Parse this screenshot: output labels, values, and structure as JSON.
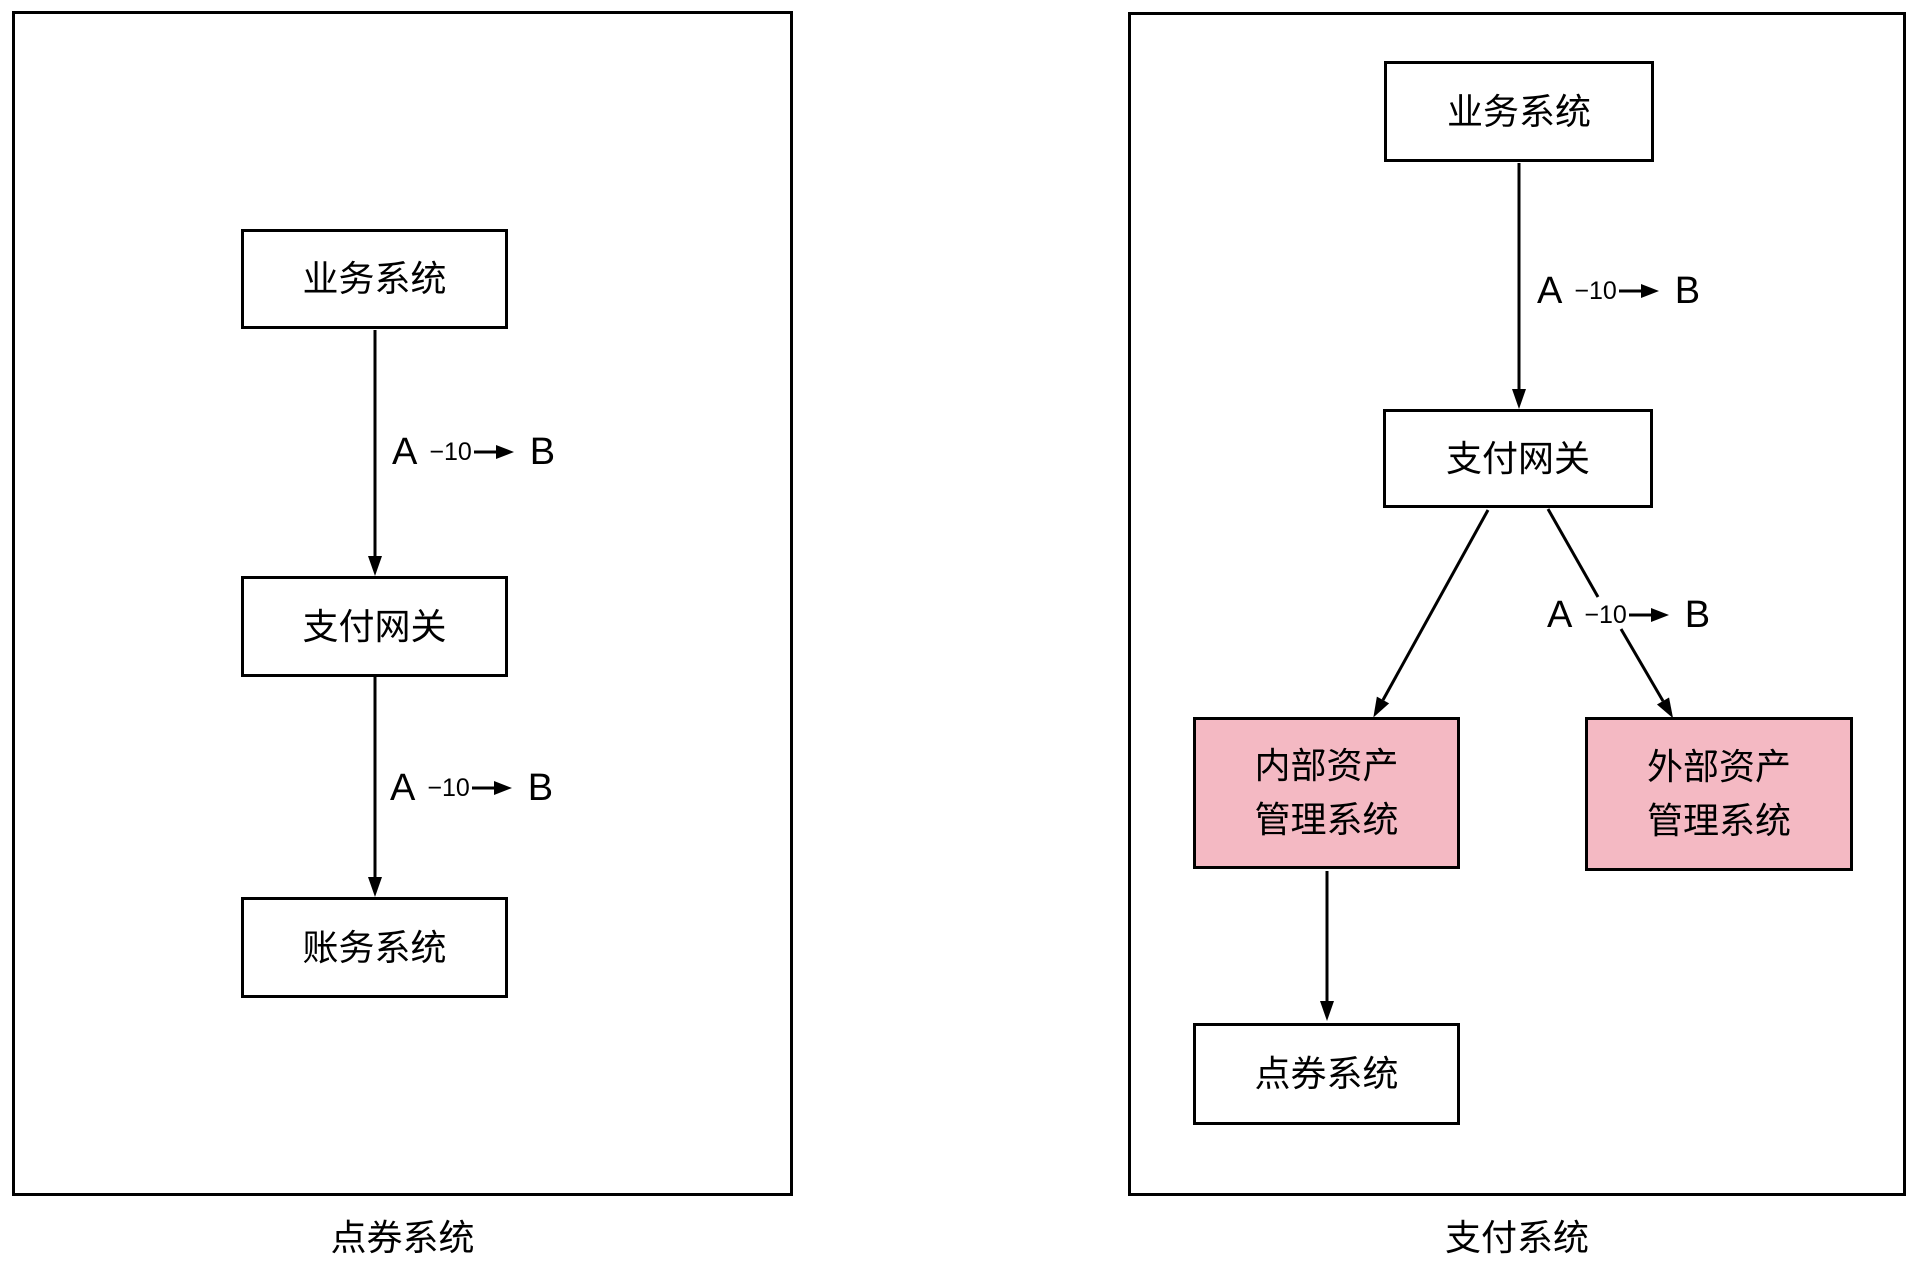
{
  "diagram": {
    "left_panel": {
      "caption": "点券系统",
      "boxes": {
        "business": "业务系统",
        "gateway": "支付网关",
        "accounting": "账务系统"
      },
      "edges": {
        "e1": {
          "from": "A",
          "amount": "−10",
          "to": "B"
        },
        "e2": {
          "from": "A",
          "amount": "−10",
          "to": "B"
        }
      }
    },
    "right_panel": {
      "caption": "支付系统",
      "boxes": {
        "business": "业务系统",
        "gateway": "支付网关",
        "internal_asset": {
          "line1": "内部资产",
          "line2": "管理系统"
        },
        "external_asset": {
          "line1": "外部资产",
          "line2": "管理系统"
        },
        "coupon": "点券系统"
      },
      "edges": {
        "e1": {
          "from": "A",
          "amount": "−10",
          "to": "B"
        },
        "e2": {
          "from": "A",
          "amount": "−10",
          "to": "B"
        }
      }
    },
    "colors": {
      "highlight_fill": "#F4B9C3",
      "stroke": "#000000",
      "background": "#FFFFFF"
    }
  }
}
